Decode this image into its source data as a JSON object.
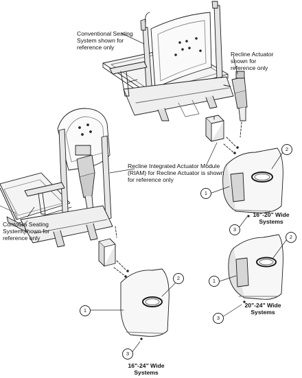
{
  "notes": {
    "conventional": "Conventional Seating\nSystem shown for\nreference only",
    "recline_actuator": "Recline Actuator\nshown for\nreference only",
    "riam": "Recline Integrated Actuator Module\n(RIAM) for Recline Actuator is shown\nfor reference only",
    "contoura": "Contoura Seating\nSystem shown for\nreference only"
  },
  "captions": {
    "upper_right": "16\"-20\" Wide\nSystems",
    "middle_right": "20\"-24\" Wide\nSystems",
    "bottom_left": "16\"-24\" Wide\nSystems"
  },
  "callouts": {
    "a1": "1",
    "a2": "2",
    "a3": "3",
    "b1": "1",
    "b2": "2",
    "b3": "3",
    "c1": "1",
    "c2": "2",
    "c3": "3"
  }
}
